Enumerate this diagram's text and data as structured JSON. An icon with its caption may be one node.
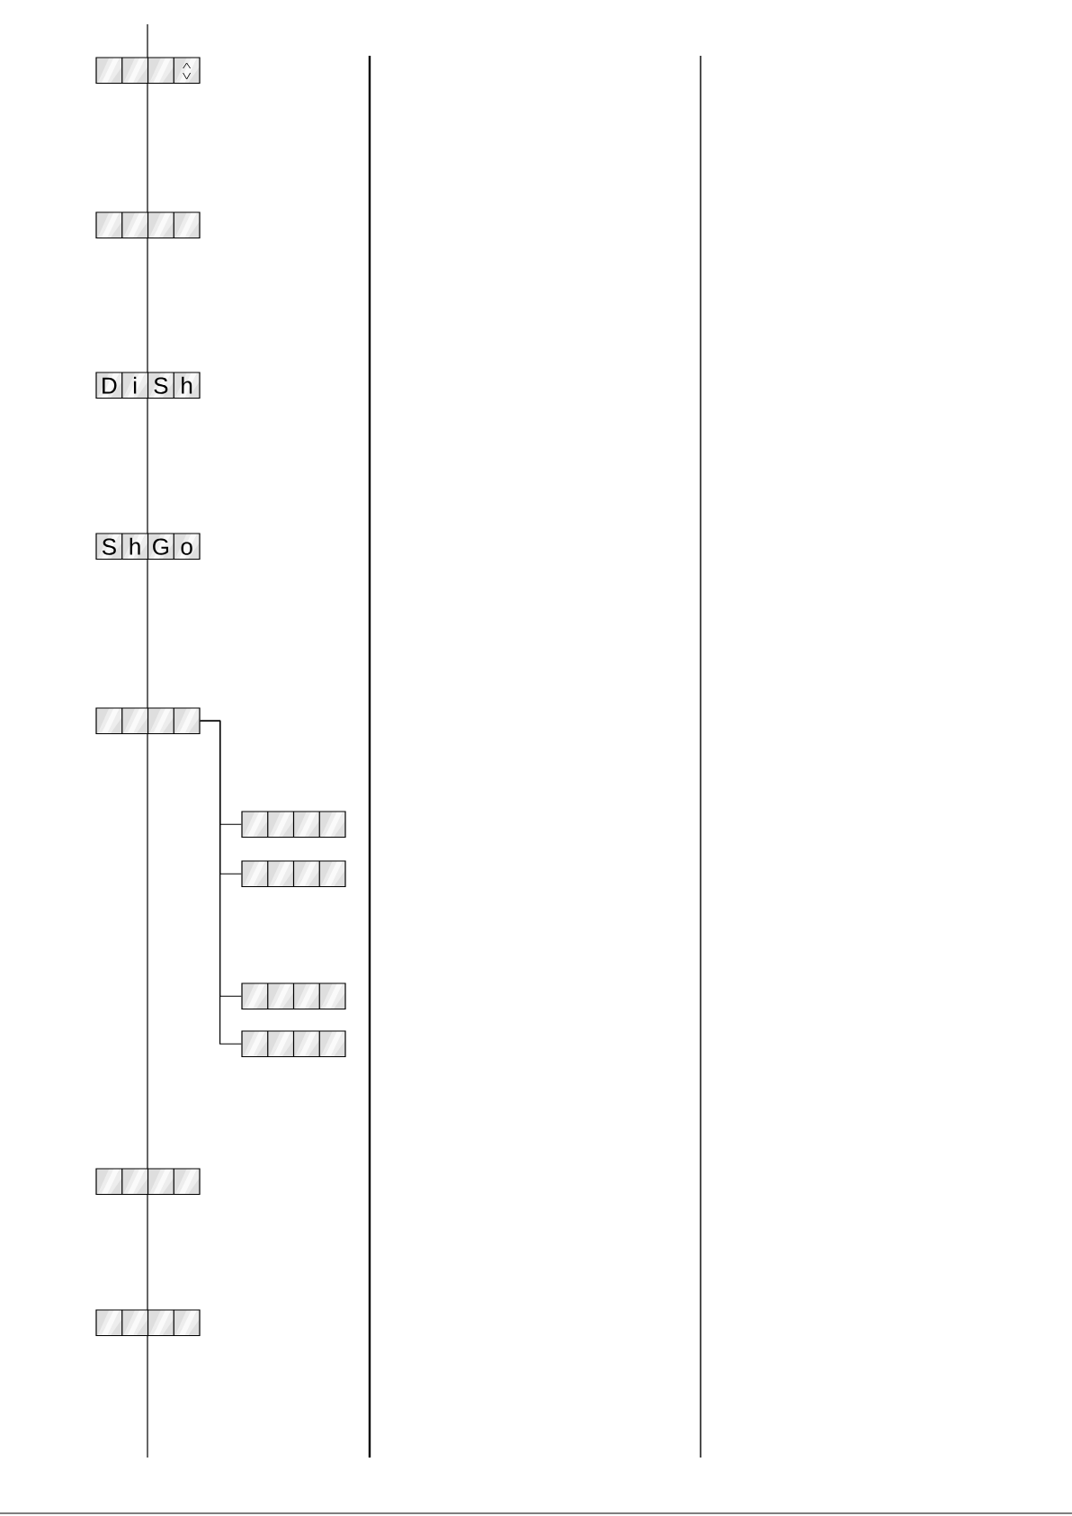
{
  "diagram": {
    "nodes": [
      {
        "text": [],
        "shape": "box"
      },
      {
        "text": [],
        "shape": "box"
      },
      {
        "text": [
          "D",
          "i",
          "S",
          "h"
        ]
      },
      {
        "text": [
          "S",
          "h",
          "G",
          "o"
        ]
      },
      {
        "text": [],
        "shape": "box"
      },
      {
        "text": [],
        "shape": "box"
      },
      {
        "text": [],
        "shape": "box"
      },
      {
        "text": [],
        "shape": "box"
      },
      {
        "text": [],
        "shape": "box"
      },
      {
        "text": [],
        "shape": "box"
      },
      {
        "text": [],
        "shape": "box"
      }
    ],
    "edges": [
      {
        "from": 4,
        "to": 5,
        "arrow": "none"
      },
      {
        "from": 4,
        "to": 6,
        "arrow": "none"
      },
      {
        "from": 4,
        "to": 7,
        "arrow": "none"
      },
      {
        "from": 4,
        "to": 8,
        "arrow": "none"
      }
    ]
  }
}
